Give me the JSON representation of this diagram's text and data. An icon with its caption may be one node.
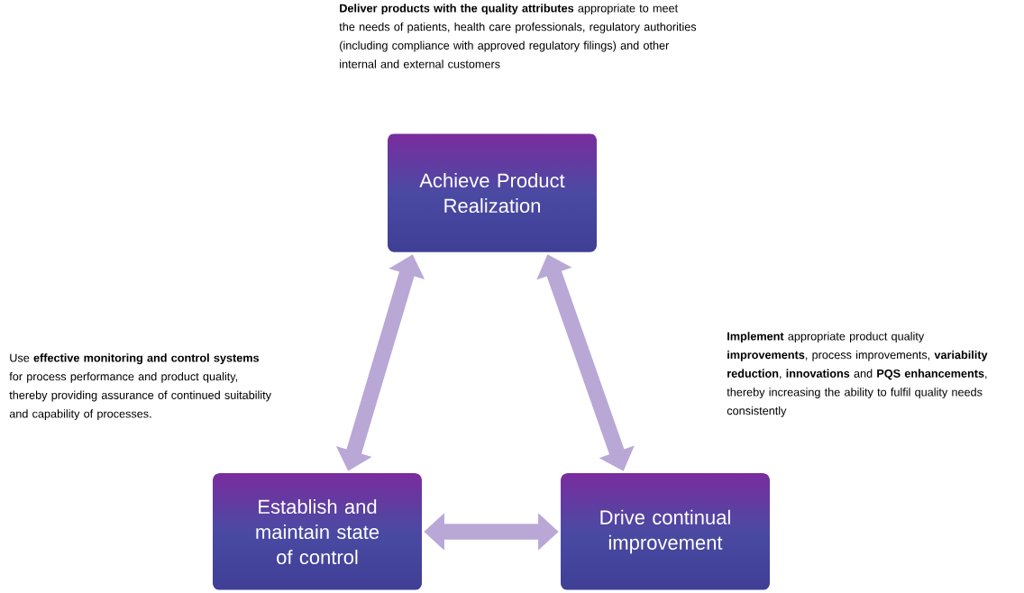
{
  "diagram": {
    "nodes": [
      {
        "text": [
          "Achieve Product Realization"
        ],
        "beside": [
          "**Deliver products with the quality attributes** appropriate to meet the needs of patients, health care professionals, regulatory authorities (including compliance with approved regulatory filings) and other internal and external customers"
        ]
      },
      {
        "text": [
          "Establish and maintain state of control"
        ],
        "beside": [
          "Use **effective monitoring and control systems** for process performance and product quality, thereby providing assurance of continued suitability and capability of processes."
        ]
      },
      {
        "text": [
          "Drive continual improvement"
        ],
        "beside": [
          "**Implement** appropriate product quality **improvements**, process improvements, **variability reduction**, **innovations** and **PQS enhancements**, thereby increasing the ability to fulfil quality needs consistently"
        ]
      }
    ],
    "edges": [
      {
        "from": 0,
        "to": 1,
        "arrow": "both"
      },
      {
        "from": 0,
        "to": 2,
        "arrow": "both"
      },
      {
        "from": 1,
        "to": 2,
        "arrow": "both"
      }
    ]
  }
}
